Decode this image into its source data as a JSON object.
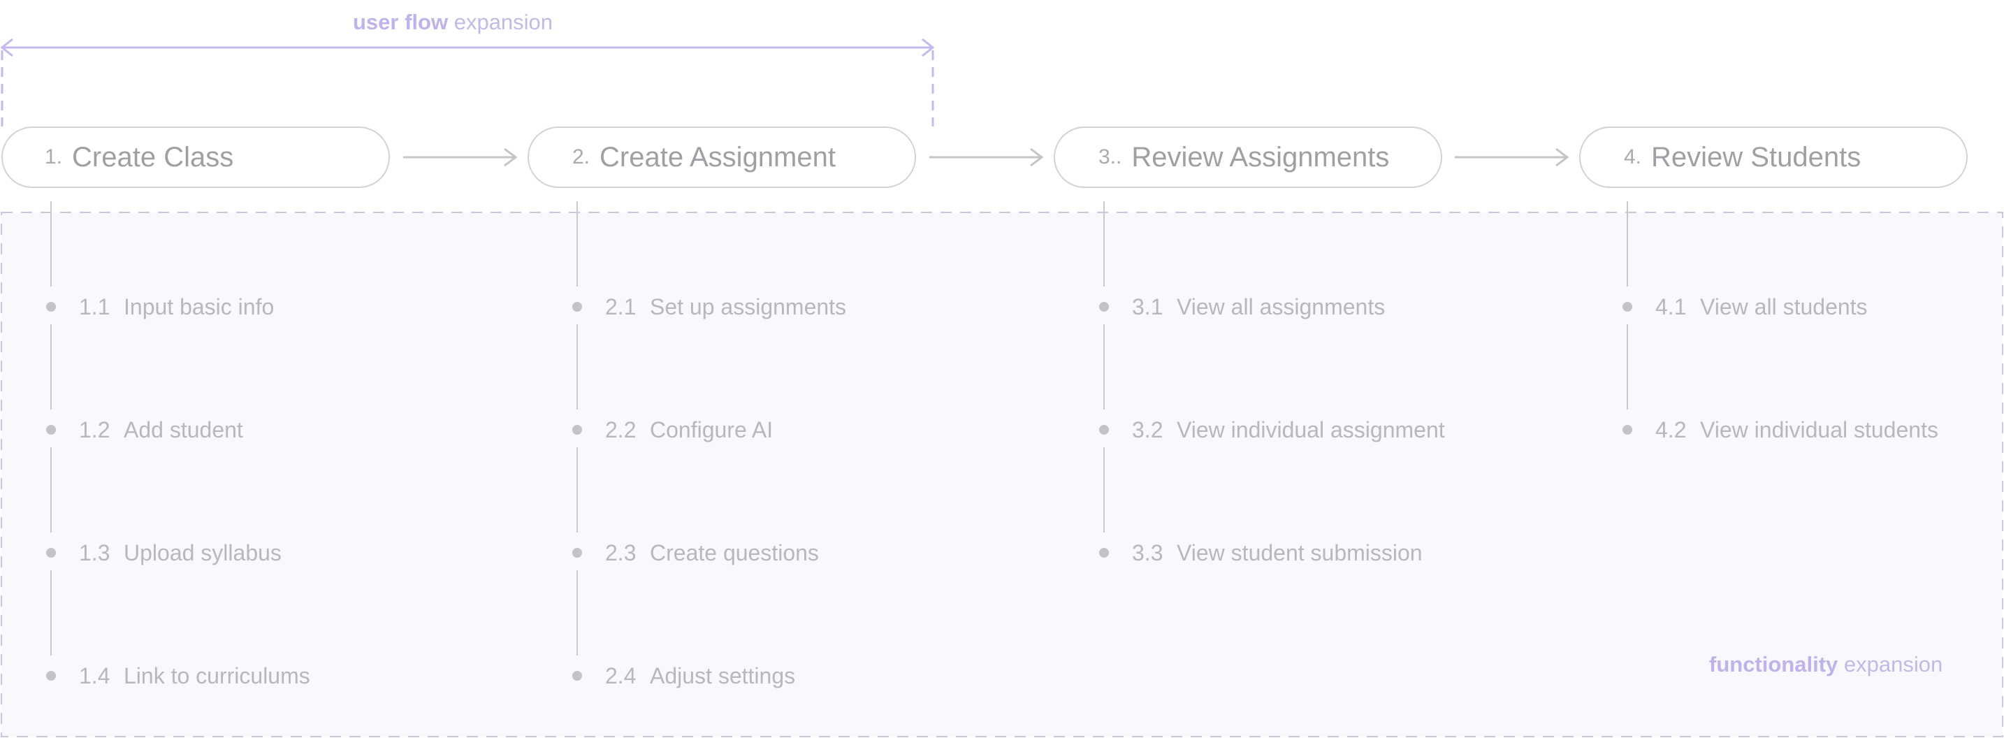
{
  "user_flow_label": {
    "bold": "user flow",
    "rest": " expansion"
  },
  "functionality_label": {
    "bold": "functionality",
    "rest": " expansion"
  },
  "colors": {
    "accent": "#c0b2ea",
    "border": "#d3d3d6",
    "text": "#b8b8bc",
    "region_fill": "#f9f9fd"
  },
  "steps": [
    {
      "num": "1.",
      "title": "Create Class",
      "items": [
        {
          "num": "1.1",
          "label": "Input basic info"
        },
        {
          "num": "1.2",
          "label": "Add student"
        },
        {
          "num": "1.3",
          "label": "Upload syllabus"
        },
        {
          "num": "1.4",
          "label": "Link to curriculums"
        }
      ]
    },
    {
      "num": "2.",
      "title": "Create Assignment",
      "items": [
        {
          "num": "2.1",
          "label": "Set up assignments"
        },
        {
          "num": "2.2",
          "label": "Configure AI"
        },
        {
          "num": "2.3",
          "label": "Create questions"
        },
        {
          "num": "2.4",
          "label": "Adjust settings"
        }
      ]
    },
    {
      "num": "3..",
      "title": "Review Assignments",
      "items": [
        {
          "num": "3.1",
          "label": "View all assignments"
        },
        {
          "num": "3.2",
          "label": "View individual assignment"
        },
        {
          "num": "3.3",
          "label": "View student submission"
        }
      ]
    },
    {
      "num": "4.",
      "title": "Review Students",
      "items": [
        {
          "num": "4.1",
          "label": "View all students"
        },
        {
          "num": "4.2",
          "label": "View individual students"
        }
      ]
    }
  ]
}
